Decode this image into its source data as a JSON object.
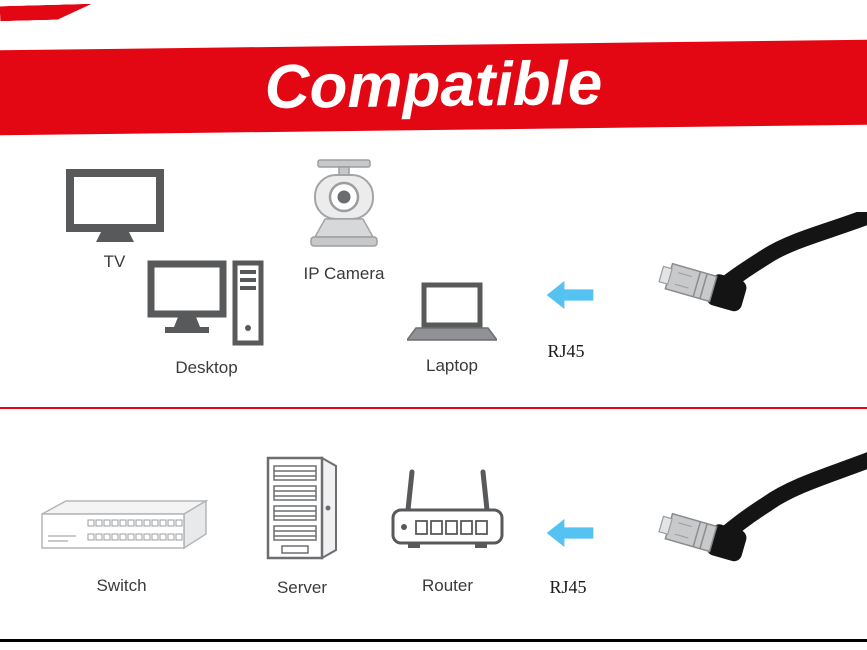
{
  "banner": {
    "title": "Compatible"
  },
  "colors": {
    "banner_red": "#e30613",
    "arrow_blue": "#54c3f1",
    "icon_dark_gray": "#58595b",
    "icon_light_gray": "#b4b6b8",
    "cable_black": "#141414"
  },
  "row1": {
    "items": [
      {
        "label": "TV"
      },
      {
        "label": "IP Camera"
      },
      {
        "label": "Desktop"
      },
      {
        "label": "Laptop"
      }
    ],
    "connector_label": "RJ45"
  },
  "row2": {
    "items": [
      {
        "label": "Switch"
      },
      {
        "label": "Server"
      },
      {
        "label": "Router"
      }
    ],
    "connector_label": "RJ45"
  }
}
